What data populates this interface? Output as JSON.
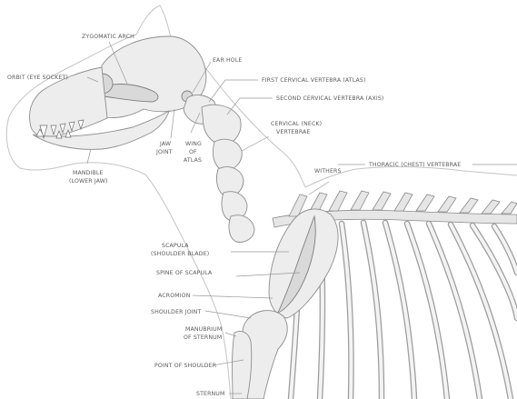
{
  "labels": {
    "zygomatic_arch": "ZYGOMATIC ARCH",
    "orbit": "ORBIT (EYE SOCKET)",
    "ear_hole": "EAR HOLE",
    "first_cervical": "FIRST CERVICAL VERTEBRA (ATLAS)",
    "second_cervical": "SECOND CERVICAL VERTEBRA (AXIS)",
    "cervical_1": "CERVICAL (NECK)",
    "cervical_2": "VERTEBRAE",
    "jaw_joint_1": "JAW",
    "jaw_joint_2": "JOINT",
    "wing_atlas_1": "WING",
    "wing_atlas_2": "OF",
    "wing_atlas_3": "ATLAS",
    "thoracic": "THORACIC (CHEST) VERTEBRAE",
    "withers": "WITHERS",
    "mandible_1": "MANDIBLE",
    "mandible_2": "(LOWER JAW)",
    "scapula_1": "SCAPULA",
    "scapula_2": "(SHOULDER BLADE)",
    "spine_scapula": "SPINE OF SCAPULA",
    "acromion": "ACROMION",
    "shoulder_joint": "SHOULDER JOINT",
    "manubrium_1": "MANUBRIUM",
    "manubrium_2": "OF STERNUM",
    "point_shoulder": "POINT OF SHOULDER",
    "sternum": "STERNUM"
  }
}
